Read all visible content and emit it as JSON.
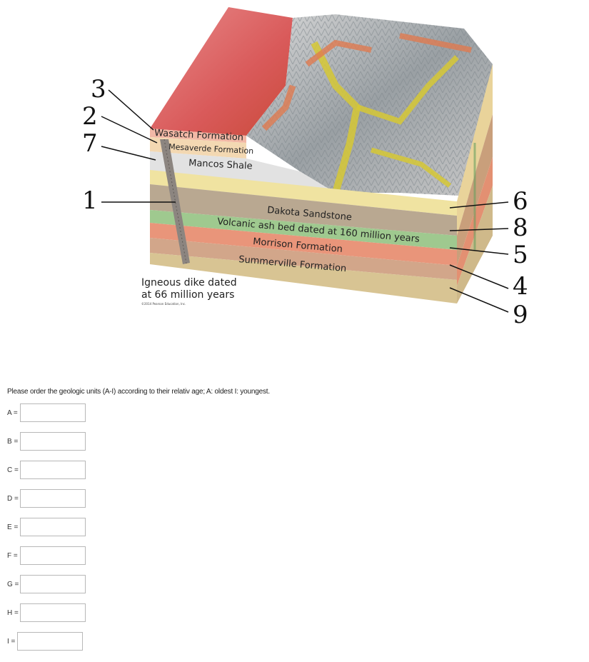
{
  "figure": {
    "callouts_left": [
      "3",
      "2",
      "7",
      "1"
    ],
    "callouts_right": [
      "6",
      "8",
      "5",
      "4",
      "9"
    ],
    "layers": {
      "wasatch": "Wasatch Formation",
      "mesaverde": "Mesaverde Formation",
      "mancos": "Mancos Shale",
      "dakota": "Dakota Sandstone",
      "ash": "Volcanic ash bed dated at 160 million years",
      "morrison": "Morrison Formation",
      "summerville": "Summerville Formation"
    },
    "dike_label_line1": "Igneous dike dated",
    "dike_label_line2": "at 66 million years",
    "copyright": "©2014 Pearson Education, Inc."
  },
  "question": {
    "prompt": "Please order the geologic units (A-I) according to their relativ age; A: oldest I: youngest.",
    "fields": [
      {
        "label": "A =",
        "value": ""
      },
      {
        "label": "B =",
        "value": ""
      },
      {
        "label": "C =",
        "value": ""
      },
      {
        "label": "D =",
        "value": ""
      },
      {
        "label": "E =",
        "value": ""
      },
      {
        "label": "F =",
        "value": ""
      },
      {
        "label": "G =",
        "value": ""
      },
      {
        "label": "H =",
        "value": ""
      },
      {
        "label": "I =",
        "value": ""
      }
    ]
  }
}
